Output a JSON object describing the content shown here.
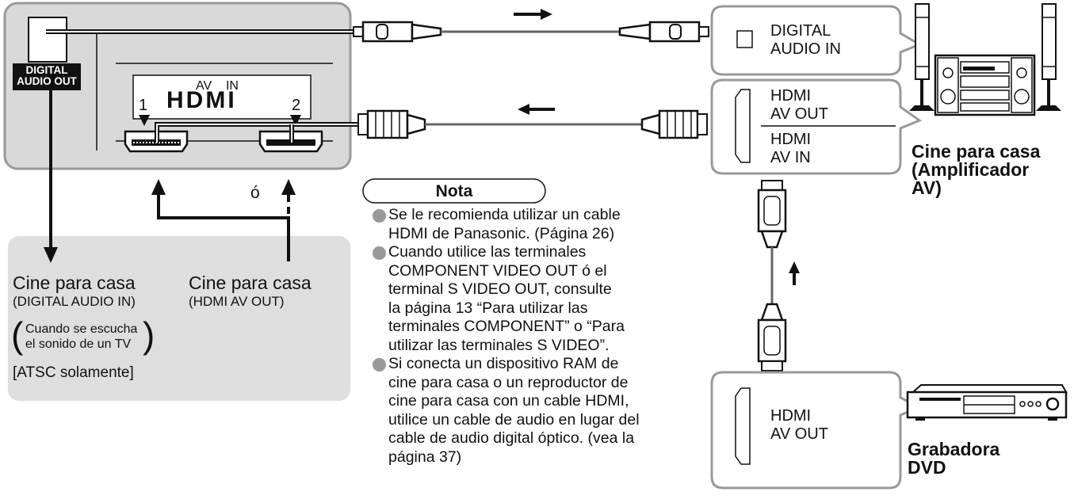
{
  "tv_panel": {
    "digital_audio_out_label": [
      "DIGITAL",
      "AUDIO OUT"
    ],
    "av_in_label": "AV    IN",
    "hdmi_logo": "HDMI",
    "port_1": "1",
    "port_2": "2",
    "or_label": "ó"
  },
  "devices": {
    "audio_box": [
      "DIGITAL",
      "AUDIO IN"
    ],
    "hdmi_av_out": [
      "HDMI",
      "AV OUT"
    ],
    "hdmi_av_in": [
      "HDMI",
      "AV IN"
    ],
    "dvd_hdmi_av_out": [
      "HDMI",
      "AV OUT"
    ],
    "home_theater_caption": [
      "Cine para casa",
      "(Amplificador",
      "AV)"
    ],
    "dvd_caption": [
      "Grabadora",
      "DVD"
    ]
  },
  "left_info": {
    "title1": "Cine para casa",
    "subtitle1": "(DIGITAL AUDIO IN)",
    "title2": "Cine para casa",
    "subtitle2": "(HDMI AV OUT)",
    "listening_note": [
      "Cuando se escucha",
      "el sonido de un TV"
    ],
    "atsc": "[ATSC solamente]"
  },
  "note": {
    "title": "Nota",
    "items": [
      [
        "Se le recomienda utilizar un cable",
        "HDMI de Panasonic. (Página 26)"
      ],
      [
        "Cuando utilice las terminales",
        "COMPONENT VIDEO OUT ó el",
        "terminal S VIDEO OUT, consulte",
        "la página 13 “Para utilizar las",
        "terminales COMPONENT” o “Para",
        "utilizar las terminales S VIDEO”."
      ],
      [
        "Si conecta un dispositivo RAM de",
        "cine para casa o un reproductor de",
        "cine para casa con un cable HDMI,",
        "utilice un cable de audio en lugar del",
        "cable de audio digital óptico. (vea la",
        "página 37)"
      ]
    ]
  },
  "colors": {
    "panel_fill": "#d9d9d9",
    "info_fill": "#dedede",
    "box_stroke": "#999999",
    "cable": "#666666",
    "bullet": "#999999"
  }
}
